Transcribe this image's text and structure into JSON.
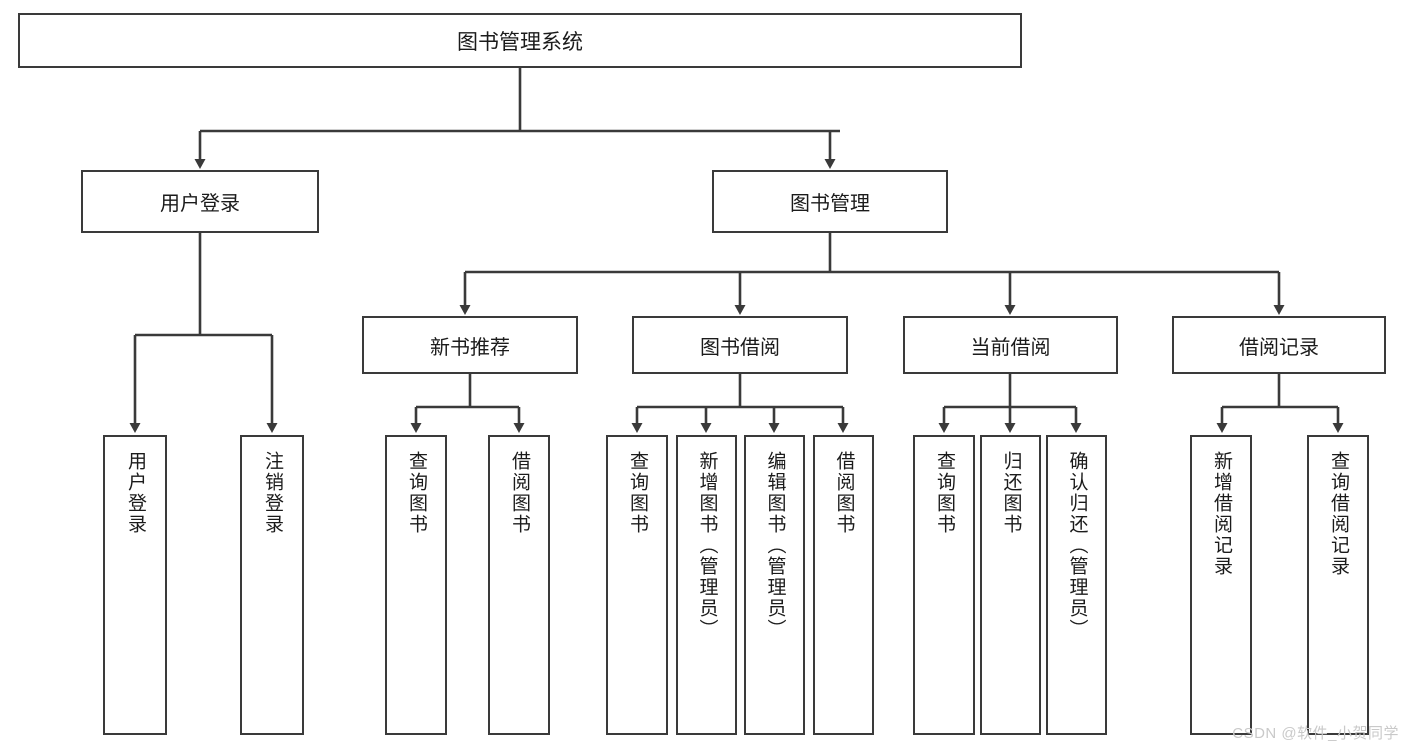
{
  "diagram": {
    "type": "hierarchy-tree",
    "title": "图书管理系统",
    "watermark": "CSDN @软件_小贺同学",
    "colors": {
      "border": "#3a3a3a",
      "background": "#ffffff",
      "text": "#1b1b1b",
      "watermark": "#c9c9c9"
    },
    "nodes": {
      "root": {
        "label": "图书管理系统"
      },
      "level2": [
        {
          "label": "用户登录"
        },
        {
          "label": "图书管理"
        }
      ],
      "level3": [
        {
          "label": "新书推荐"
        },
        {
          "label": "图书借阅"
        },
        {
          "label": "当前借阅"
        },
        {
          "label": "借阅记录"
        }
      ],
      "leaves": [
        {
          "label": "用户登录",
          "parent": "用户登录"
        },
        {
          "label": "注销登录",
          "parent": "用户登录"
        },
        {
          "label": "查询图书",
          "parent": "新书推荐"
        },
        {
          "label": "借阅图书",
          "parent": "新书推荐"
        },
        {
          "label": "查询图书",
          "parent": "图书借阅"
        },
        {
          "label": "新增图书（管理员）",
          "parent": "图书借阅"
        },
        {
          "label": "编辑图书（管理员）",
          "parent": "图书借阅"
        },
        {
          "label": "借阅图书",
          "parent": "图书借阅"
        },
        {
          "label": "查询图书",
          "parent": "当前借阅"
        },
        {
          "label": "归还图书",
          "parent": "当前借阅"
        },
        {
          "label": "确认归还（管理员）",
          "parent": "当前借阅"
        },
        {
          "label": "新增借阅记录",
          "parent": "借阅记录"
        },
        {
          "label": "查询借阅记录",
          "parent": "借阅记录"
        }
      ]
    }
  }
}
